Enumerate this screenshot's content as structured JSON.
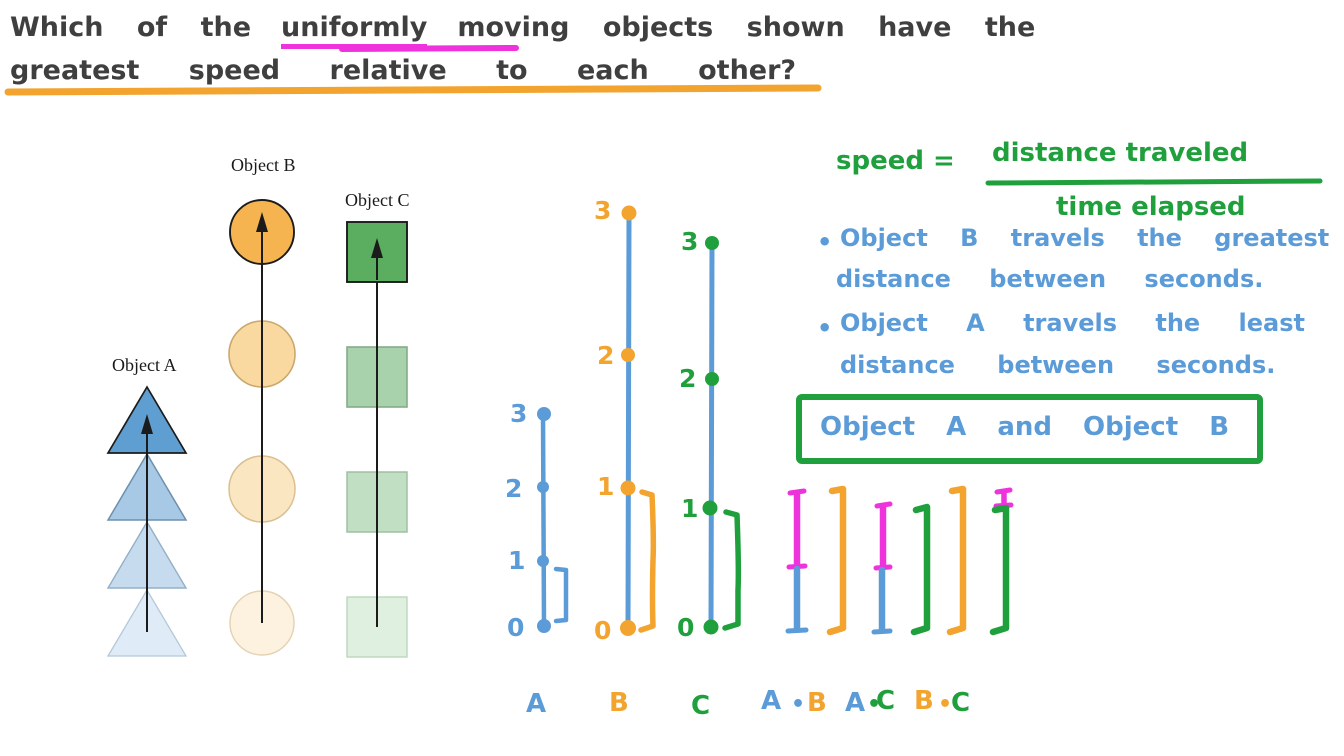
{
  "palette": {
    "ink": "#3f3f3f",
    "blue": "#5b9bd8",
    "orange": "#f2a42f",
    "green": "#1fa03c",
    "magenta": "#ee33dd",
    "object_a_fill": "#5f9ed1",
    "object_b_fill": "#f5b44f",
    "object_c_fill": "#5bad5f"
  },
  "question": {
    "line1_prefix": "Which of the",
    "line1_highlight": "uniformly",
    "line1_suffix": "moving objects shown have the",
    "line2": "greatest speed relative to each other?"
  },
  "objects": [
    {
      "label": "Object A",
      "shape": "triangle",
      "count": 4,
      "color": "#5f9ed1",
      "motion": "arrow-up, smallest spacing"
    },
    {
      "label": "Object B",
      "shape": "circle",
      "count": 4,
      "color": "#f5b44f",
      "motion": "arrow-up, largest spacing"
    },
    {
      "label": "Object C",
      "shape": "square",
      "count": 4,
      "color": "#5bad5f",
      "motion": "arrow-up, medium spacing"
    }
  ],
  "number_lines": [
    {
      "name": "A",
      "color": "#5b9bd8",
      "ticks": [
        "3",
        "2",
        "1",
        "0"
      ],
      "bracket_span": "1 to 0"
    },
    {
      "name": "B",
      "color": "#f2a42f",
      "ticks": [
        "3",
        "2",
        "1",
        "0"
      ],
      "bracket_span": "1 to 0"
    },
    {
      "name": "C",
      "color": "#1fa03c",
      "ticks": [
        "3",
        "2",
        "1",
        "0"
      ],
      "bracket_span": "1 to 0"
    }
  ],
  "axis_labels": [
    {
      "text": "A"
    },
    {
      "text": "B"
    },
    {
      "text": "C"
    }
  ],
  "pair_labels": [
    {
      "first": "A",
      "dot": "•",
      "second": "B"
    },
    {
      "first": "A",
      "dot": "•",
      "second": "C"
    },
    {
      "first": "B",
      "dot": "•",
      "second": "C"
    }
  ],
  "notes": {
    "formula_lhs": "speed =",
    "formula_numerator": "distance traveled",
    "formula_denominator": "time elapsed",
    "bullet_marker": "•",
    "bullet1_line1": "Object B travels the greatest",
    "bullet1_line2": "distance between seconds.",
    "bullet2_line1": "Object A travels the least",
    "bullet2_line2": "distance between seconds.",
    "answer": "Object A and Object B"
  }
}
